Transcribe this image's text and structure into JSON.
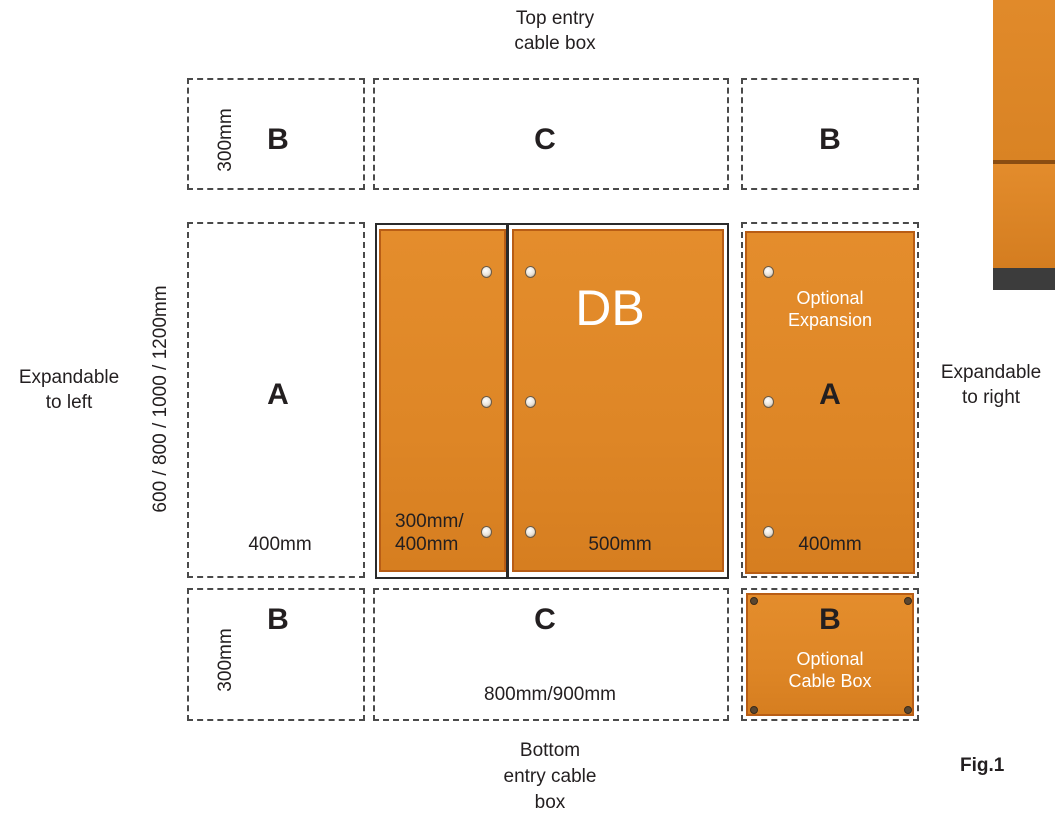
{
  "labels": {
    "top_entry": [
      "Top entry",
      "cable box"
    ],
    "bottom_entry": [
      "Bottom",
      "entry cable",
      "box"
    ],
    "expand_left": [
      "Expandable",
      "to left"
    ],
    "expand_right": [
      "Expandable",
      "to right"
    ],
    "height_dim": "600 / 800 / 1000 / 1200mm",
    "fig": "Fig.1"
  },
  "cells": {
    "top_left": {
      "letter": "B",
      "dim": "300mm"
    },
    "top_mid": {
      "letter": "C"
    },
    "top_right": {
      "letter": "B"
    },
    "mid_left": {
      "letter": "A",
      "dim": "400mm"
    },
    "db": {
      "title": "DB",
      "left_dim": "300mm/\n400mm",
      "right_dim": "500mm"
    },
    "mid_right": {
      "line1": "Optional",
      "line2": "Expansion",
      "letter": "A",
      "dim": "400mm"
    },
    "bot_left": {
      "letter": "B",
      "dim": "300mm"
    },
    "bot_mid": {
      "letter": "C",
      "dim": "800mm/900mm"
    },
    "bot_right": {
      "letter": "B",
      "line1": "Optional",
      "line2": "Cable Box"
    }
  },
  "colors": {
    "panel": "#de8626",
    "panel_edge": "#b85d15",
    "dash": "#4a4a4a",
    "text": "#231f20"
  }
}
